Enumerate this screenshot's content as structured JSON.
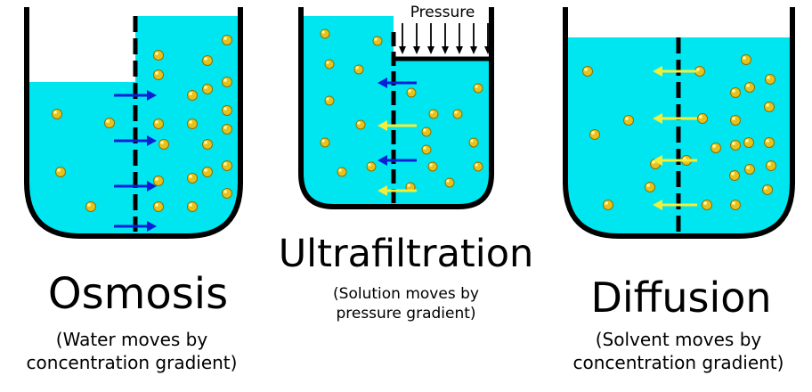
{
  "panels": [
    {
      "title": "Osmosis",
      "subtitle_line1": "(Water moves by",
      "subtitle_line2": "concentration gradient)"
    },
    {
      "title": "Ultrafiltration",
      "subtitle_line1": "(Solution moves by",
      "subtitle_line2": "pressure gradient)",
      "pressure_label": "Pressure"
    },
    {
      "title": "Diffusion",
      "subtitle_line1": "(Solvent moves by",
      "subtitle_line2": "concentration gradient)"
    }
  ],
  "colors": {
    "water": "#00e6f0",
    "particle": "#e7c21c",
    "particle_stroke": "#8a7100",
    "arrow_blue": "#0b1fd6",
    "arrow_yellow": "#f2ee3a",
    "outline": "#000000"
  }
}
